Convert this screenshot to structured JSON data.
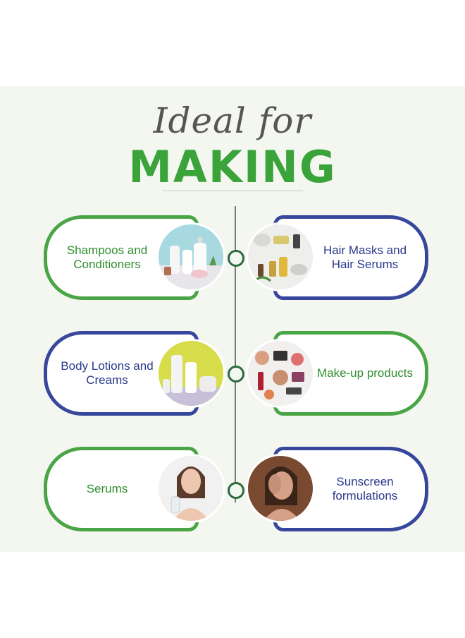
{
  "header": {
    "script_title": "Ideal for",
    "main_title": "MAKING"
  },
  "items": [
    {
      "label": "Shampoos and Conditioners",
      "side": "left",
      "color": "#4aa546",
      "image": "bottles-photo"
    },
    {
      "label": "Hair Masks and Hair Serums",
      "side": "right",
      "color": "#36479c",
      "image": "oils-photo"
    },
    {
      "label": "Body Lotions and Creams",
      "side": "left",
      "color": "#36479c",
      "image": "lotions-photo"
    },
    {
      "label": "Make-up products",
      "side": "right",
      "color": "#4aa546",
      "image": "makeup-photo"
    },
    {
      "label": "Serums",
      "side": "left",
      "color": "#4aa546",
      "image": "woman-serum-photo"
    },
    {
      "label": "Sunscreen formulations",
      "side": "right",
      "color": "#36479c",
      "image": "woman-face-photo"
    }
  ]
}
